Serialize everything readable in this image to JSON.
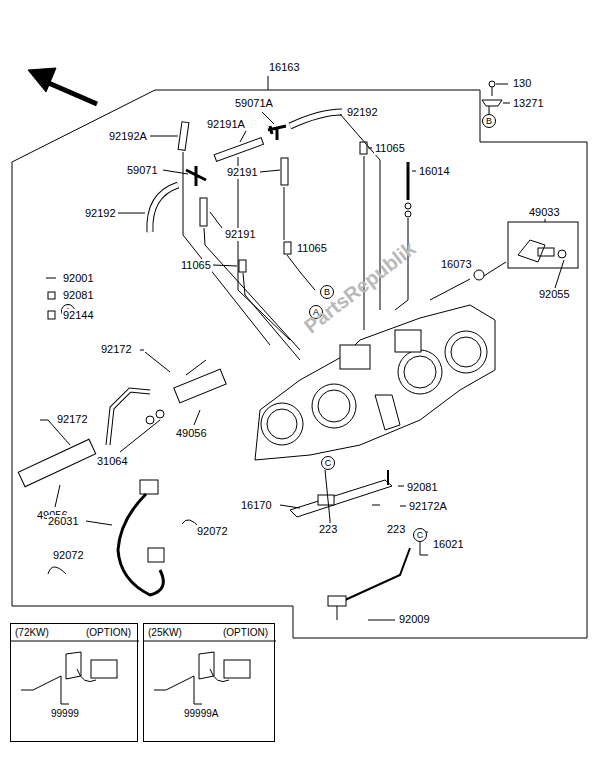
{
  "diagram": {
    "nodes": [
      {
        "text": [
          "B"
        ]
      },
      {
        "text": [
          "A"
        ]
      },
      {
        "text": [
          "B"
        ]
      },
      {
        "text": [
          "A"
        ]
      },
      {
        "text": [
          "C"
        ]
      },
      {
        "text": [
          "C"
        ]
      },
      {
        "text": [
          "(72KW)",
          "(OPTION)",
          "99999"
        ]
      },
      {
        "text": [
          "(25KW)",
          "(OPTION)",
          "99999A"
        ]
      }
    ],
    "labels": [
      "16163",
      "130",
      "13271",
      "92192A",
      "92191A",
      "59071A",
      "92192",
      "11065",
      "59071",
      "92191",
      "16014",
      "92192",
      "49033",
      "92191",
      "11065",
      "11065",
      "16073",
      "92001",
      "92081",
      "92055",
      "92144",
      "92172",
      "92172",
      "49056",
      "31064",
      "92081",
      "16170",
      "92172A",
      "49056",
      "26031",
      "223",
      "223",
      "92072",
      "16021",
      "92072",
      "92009",
      "PartsRepublik"
    ]
  }
}
